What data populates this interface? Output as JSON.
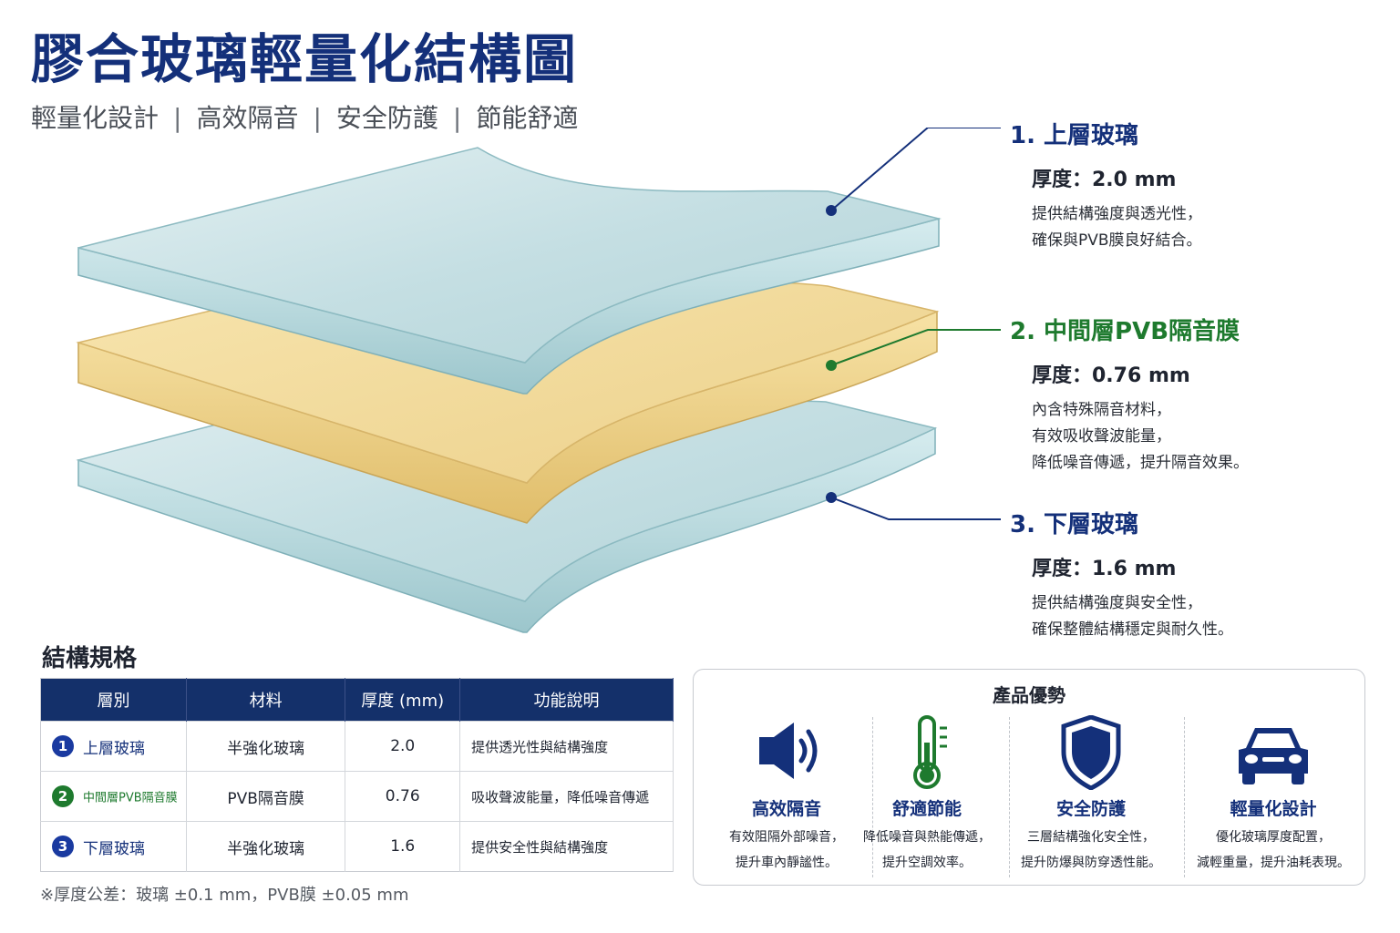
{
  "title": "膠合玻璃輕量化結構圖",
  "subtitle": [
    "輕量化設計",
    "高效隔音",
    "安全防護",
    "節能舒適"
  ],
  "subtitle_separator": "|",
  "colors": {
    "navy": "#14307a",
    "green": "#1e7a2e",
    "glass": "#c9e2e6",
    "pvb": "#f0d58a"
  },
  "layers": [
    {
      "title": "1. 上層玻璃",
      "thickness": "厚度：2.0 mm",
      "desc": [
        "提供結構強度與透光性，",
        "確保與PVB膜良好結合。"
      ]
    },
    {
      "title": "2. 中間層PVB隔音膜",
      "thickness": "厚度：0.76 mm",
      "desc": [
        "內含特殊隔音材料，",
        "有效吸收聲波能量，",
        "降低噪音傳遞，提升隔音效果。"
      ]
    },
    {
      "title": "3. 下層玻璃",
      "thickness": "厚度：1.6 mm",
      "desc": [
        "提供結構強度與安全性，",
        "確保整體結構穩定與耐久性。"
      ]
    }
  ],
  "spec": {
    "title": "結構規格",
    "headers": [
      "層別",
      "材料",
      "厚度 (mm)",
      "功能說明"
    ],
    "rows": [
      {
        "num": "1",
        "layer": "上層玻璃",
        "material": "半強化玻璃",
        "thickness": "2.0",
        "function": "提供透光性與結構強度"
      },
      {
        "num": "2",
        "layer": "中間層PVB隔音膜",
        "material": "PVB隔音膜",
        "thickness": "0.76",
        "function": "吸收聲波能量，降低噪音傳遞"
      },
      {
        "num": "3",
        "layer": "下層玻璃",
        "material": "半強化玻璃",
        "thickness": "1.6",
        "function": "提供安全性與結構強度"
      }
    ],
    "footnote": "※厚度公差：玻璃 ±0.1 mm，PVB膜 ±0.05 mm"
  },
  "advantages": {
    "title": "產品優勢",
    "items": [
      {
        "icon": "speaker-icon",
        "name": "高效隔音",
        "desc": [
          "有效阻隔外部噪音，",
          "提升車內靜謐性。"
        ]
      },
      {
        "icon": "thermometer-icon",
        "name": "舒適節能",
        "desc": [
          "降低噪音與熱能傳遞，",
          "提升空調效率。"
        ]
      },
      {
        "icon": "shield-icon",
        "name": "安全防護",
        "desc": [
          "三層結構強化安全性，",
          "提升防爆與防穿透性能。"
        ]
      },
      {
        "icon": "car-icon",
        "name": "輕量化設計",
        "desc": [
          "優化玻璃厚度配置，",
          "減輕重量，提升油耗表現。"
        ]
      }
    ]
  }
}
